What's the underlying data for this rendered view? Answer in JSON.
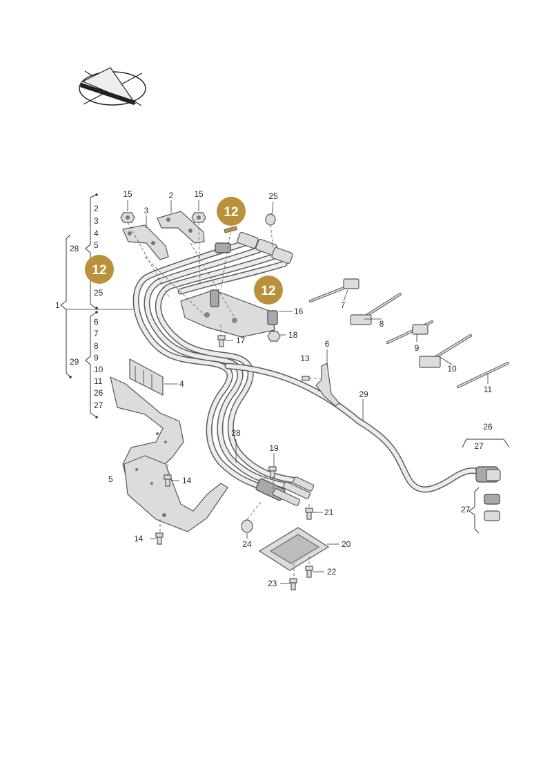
{
  "colors": {
    "badge": "#b8913a",
    "line": "#333333",
    "part_fill": "#dcdcdc"
  },
  "icons": {
    "orientation": "vehicle-orientation-icon"
  },
  "callouts": {
    "n1": "1",
    "n2": "2",
    "n2b": "2",
    "n3": "3",
    "n3b": "3",
    "n4": "4",
    "n4b": "4",
    "n5": "5",
    "n5b": "5",
    "n6": "6",
    "n6b": "6",
    "n7": "7",
    "n7b": "7",
    "n8": "8",
    "n8b": "8",
    "n9": "9",
    "n9b": "9",
    "n10": "10",
    "n10b": "10",
    "n11": "11",
    "n11b": "11",
    "n12a": "12",
    "n12b": "12",
    "n12c": "12",
    "n13": "13",
    "n14a": "14",
    "n14b": "14",
    "n15a": "15",
    "n15b": "15",
    "n16": "16",
    "n17": "17",
    "n18": "18",
    "n19": "19",
    "n20": "20",
    "n21": "21",
    "n22": "22",
    "n23": "23",
    "n24": "24",
    "n25": "25",
    "n25b": "25",
    "n26": "26",
    "n26b": "26",
    "n27": "27",
    "n27b": "27",
    "n27c": "27",
    "n28": "28",
    "n28b": "28",
    "n29": "29",
    "n29b": "29"
  }
}
